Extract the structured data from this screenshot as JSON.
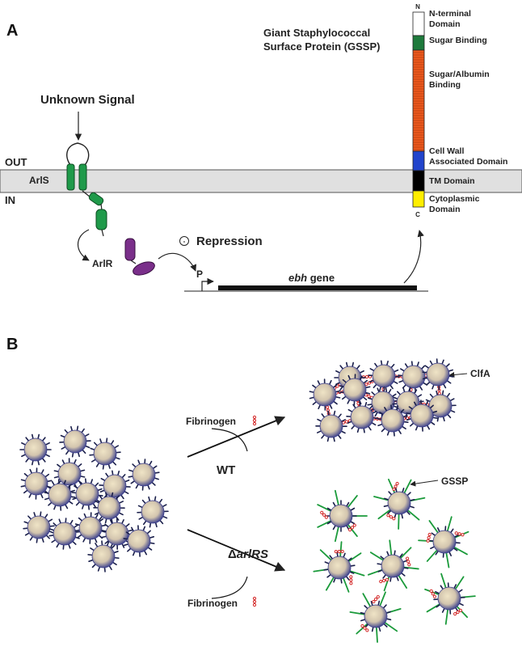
{
  "panel_a": {
    "label": "A",
    "signal": "Unknown Signal",
    "out": "OUT",
    "in": "IN",
    "sensor": "ArlS",
    "regulator": "ArlR",
    "repression_symbol": "-",
    "repression": "Repression",
    "promoter": "P",
    "gene_italic": "ebh",
    "gene_suffix": " gene",
    "gssp_title_1": "Giant Staphylococcal",
    "gssp_title_2": "Surface Protein (GSSP)",
    "terminus_n": "N",
    "terminus_c": "C",
    "domains": [
      {
        "line1": "N-terminal",
        "line2": "Domain",
        "color": "#ffffff"
      },
      {
        "line1": "Sugar Binding",
        "line2": "",
        "color": "#1e7a3c"
      },
      {
        "line1": "Sugar/Albumin",
        "line2": "Binding",
        "color": "#f05a1e"
      },
      {
        "line1": "Cell Wall",
        "line2": "Associated Domain",
        "color": "#2244cc"
      },
      {
        "line1": "TM Domain",
        "line2": "",
        "color": "#000000"
      },
      {
        "line1": "Cytoplasmic",
        "line2": "Domain",
        "color": "#ffee00"
      }
    ],
    "colors": {
      "membrane": "#e0e0e0",
      "arls": "#1f9a4a",
      "arlr": "#7a2f8a"
    }
  },
  "panel_b": {
    "label": "B",
    "fibrinogen": "Fibrinogen",
    "wt": "WT",
    "mutant_delta": "Δ",
    "mutant_italic": "arlRS",
    "clfa": "ClfA",
    "gssp": "GSSP",
    "colors": {
      "cell_center": "#e6d9b8",
      "cell_edge": "#3a3d8a",
      "spike": "#1a1f4a",
      "fibrinogen": "#d42a2a",
      "gssp": "#1a9a3a"
    }
  }
}
